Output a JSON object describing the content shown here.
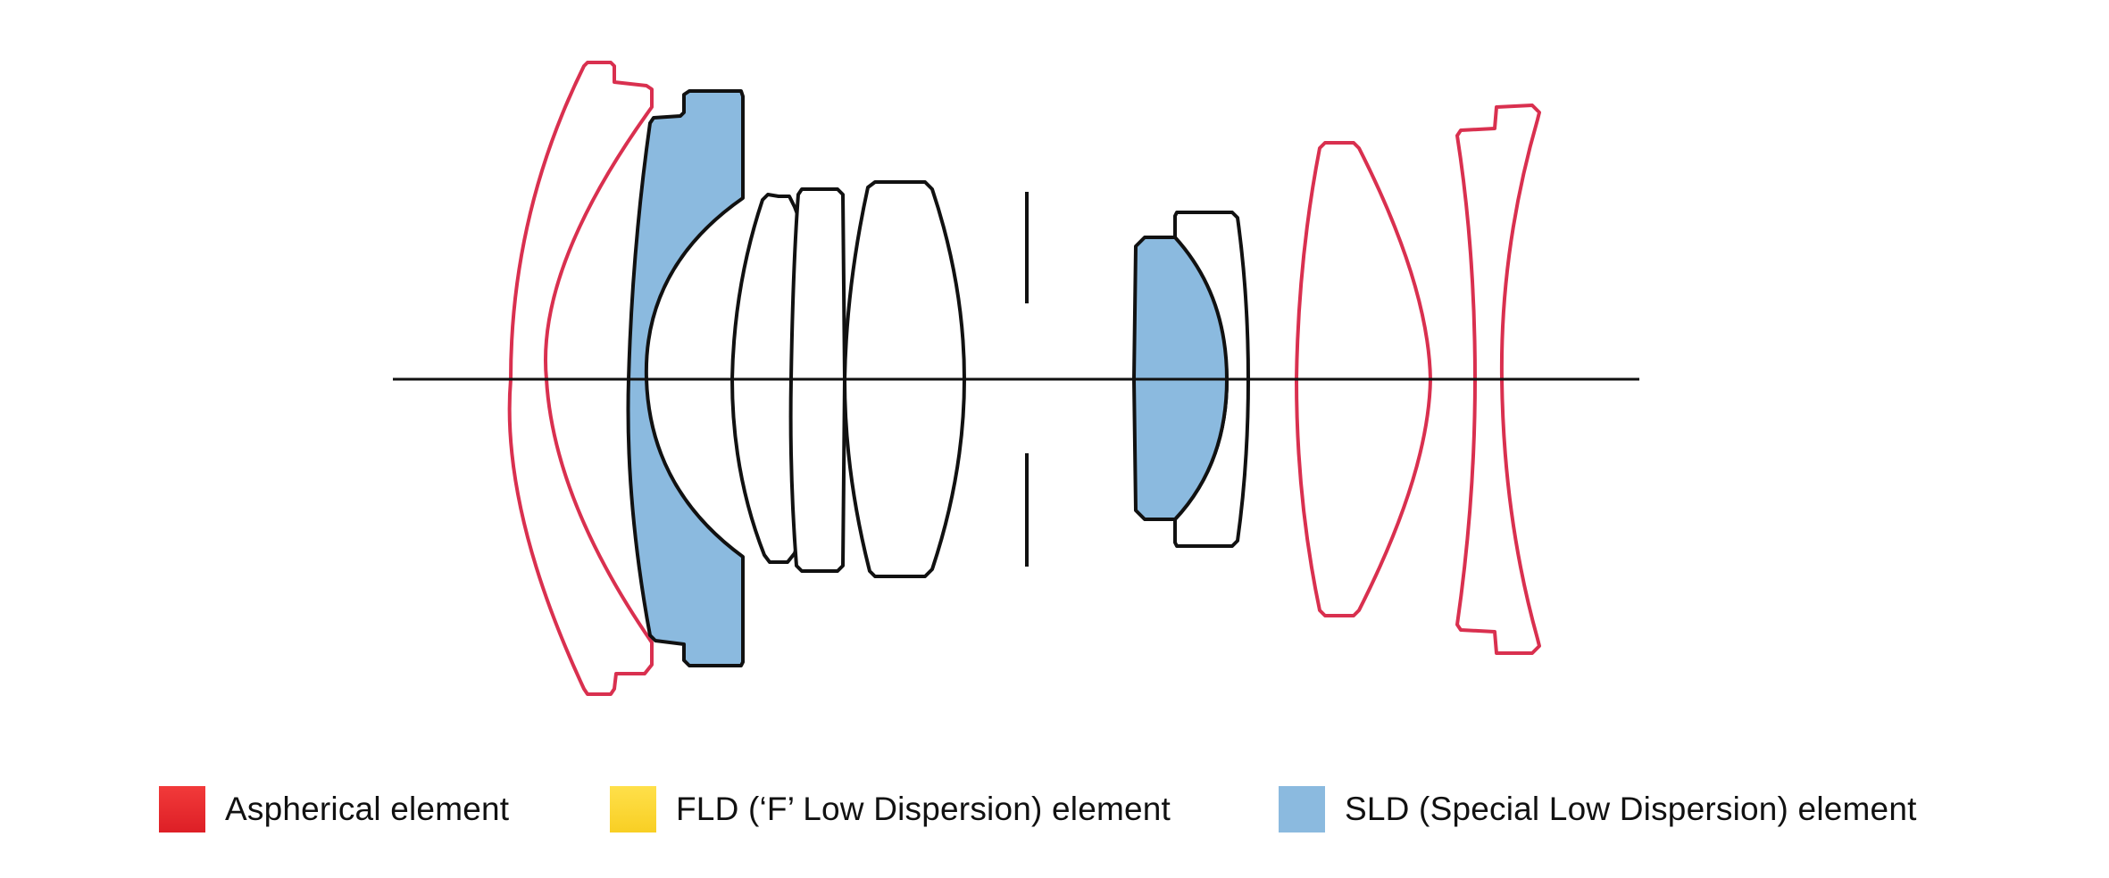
{
  "colors": {
    "aspherical": "#d9304f",
    "sld_fill": "#8bbadf",
    "outline": "#111111",
    "axis": "#111111"
  },
  "legend": {
    "items": [
      {
        "label": "Aspherical element",
        "color": "#e8212a"
      },
      {
        "label": "FLD (‘F’ Low Dispersion) element",
        "color": "#fcd52e"
      },
      {
        "label": "SLD (Special Low Dispersion) element",
        "color": "#8bbadf"
      }
    ]
  }
}
